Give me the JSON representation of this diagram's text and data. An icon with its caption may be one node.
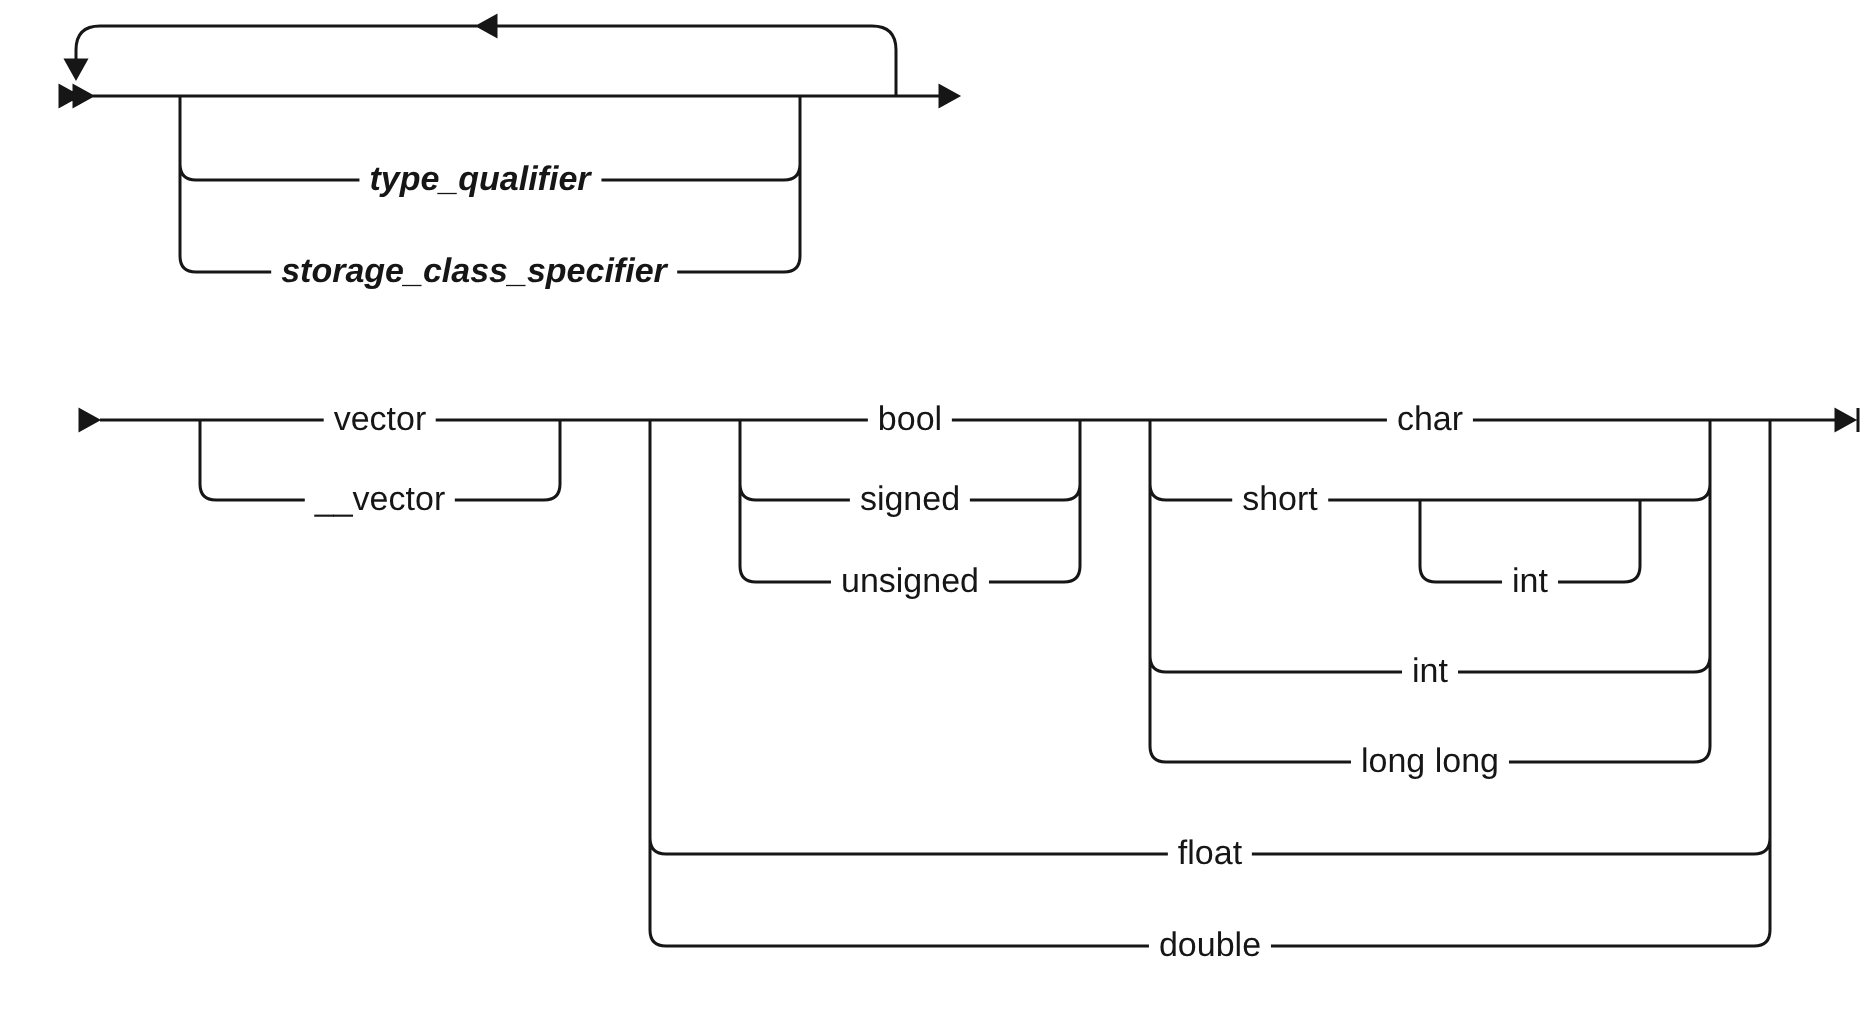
{
  "diagram": {
    "labels": [
      "type_qualifier",
      "storage_class_specifier",
      "vector",
      "bool",
      "char",
      "__vector",
      "signed",
      "short",
      "unsigned",
      "int",
      "int",
      "long long",
      "float",
      "double"
    ]
  }
}
